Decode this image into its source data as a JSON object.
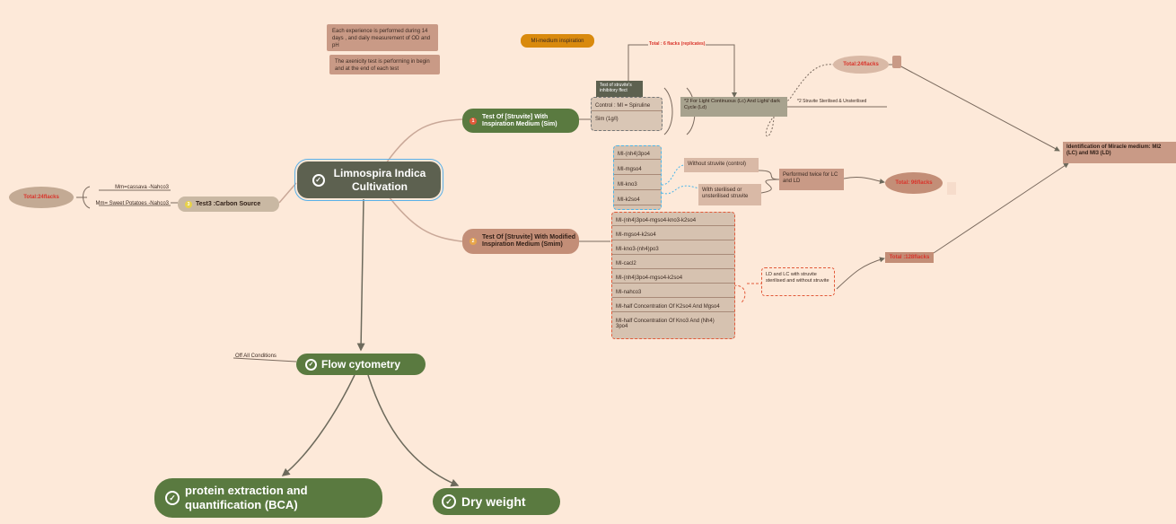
{
  "root": {
    "label_line1": "Limnospira Indica",
    "label_line2": "Cultivation"
  },
  "notes": {
    "daily": "Each experience is performed during 14 days , and daily measurement of OD and pH",
    "axenicity": "The axenicity test is performing in begin and at the end of each test",
    "mi_inspiration": "MI-medium inspiration"
  },
  "test3": {
    "label": "Test3 :Carbon Source",
    "number": "3",
    "items": [
      "Mm=cassava -Nahco3",
      "Mm= Sweet Potatoes -Nahco3"
    ],
    "total": "Total:24flacks"
  },
  "test1": {
    "label_line1": "Test Of [Struvite] With",
    "label_line2": "Inspiration Medium (Sim)",
    "number": "1",
    "header": "Test of struvite's inhibitory  ffect",
    "items": [
      "Control : MI = Spiruline",
      "Sim (1g/l)"
    ],
    "total_replicates": "Total : 6 flacks (replicates)",
    "cycle": "*2 For Light Continuous (Lc) And Light/ dark Cycle (Ld)",
    "sterilised": "*2 Struvite Sterilised & Unsterilised",
    "total": "Total:24flacks"
  },
  "test2": {
    "label_line1": "Test Of [Struvite] With Modified",
    "label_line2": "Inspiration Medium (Smim)",
    "number": "2",
    "blue_items": [
      "MI-(nh4)3po4",
      "MI-mgso4",
      "MI-kno3",
      "MI-k2so4"
    ],
    "red_items": [
      "MI-(nh4)3po4-mgso4-kno3-k2so4",
      "MI-mgso4-k2so4",
      "MI-kno3-(nh4)po3",
      "MI-cacl2",
      "MI-(nh4)3po4-mgso4-k2so4",
      "MI-nahco3",
      "MI-half Concentration Of K2so4 And Mgso4",
      "MI-half Concentration Of Kno3 And (Nh4) 3po4"
    ],
    "without_struvite": "Without struvite (control)",
    "with_struvite": "With sterilised or unsterilised struvite",
    "performed_twice": "Performed twice for LC and LD",
    "total96": "Total: 96flacks",
    "ld_lc": "LD and LC with struvite sterilised and without struvite",
    "total128": "Total :128flacks",
    "identification": "Identification of Miracle medium: MI2 (LC) and MI3 (LD)"
  },
  "flow": {
    "label": "Flow cytometry",
    "off": "Off All Conditions"
  },
  "protein": {
    "line1": "protein extraction and",
    "line2": "quantification (BCA)"
  },
  "dry": {
    "label": "Dry weight"
  },
  "colors": {
    "background": "#fde9d9",
    "root": "#5d6150",
    "green": "#5a7a40",
    "brown": "#c38e77",
    "red": "#d9342b"
  }
}
